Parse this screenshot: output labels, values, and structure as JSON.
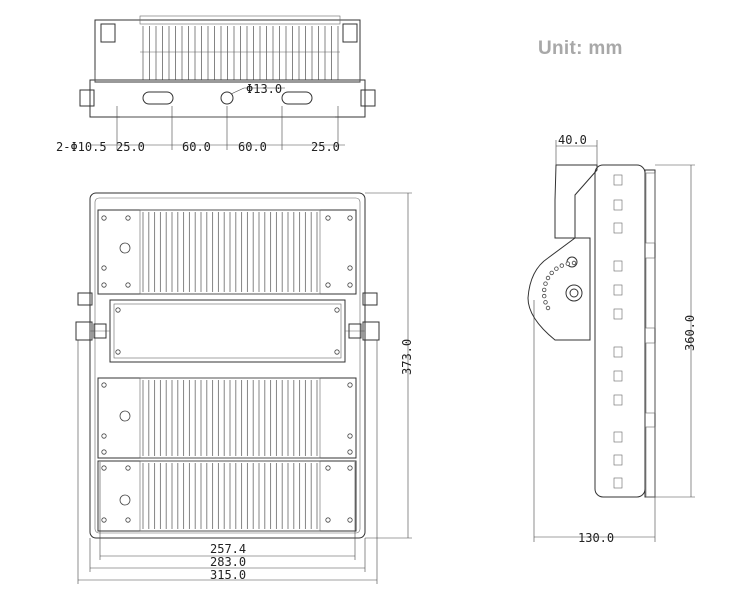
{
  "unit_label": "Unit: mm",
  "top_view": {
    "hole_count_label": "2-Φ10.5",
    "center_hole_label": "Φ13.0",
    "spacing_labels": [
      "25.0",
      "60.0",
      "60.0",
      "25.0"
    ]
  },
  "front_view": {
    "height_label": "373.0",
    "width_labels": [
      "257.4",
      "283.0",
      "315.0"
    ]
  },
  "side_view": {
    "bracket_depth_label": "40.0",
    "height_label": "360.0",
    "depth_label": "130.0"
  }
}
